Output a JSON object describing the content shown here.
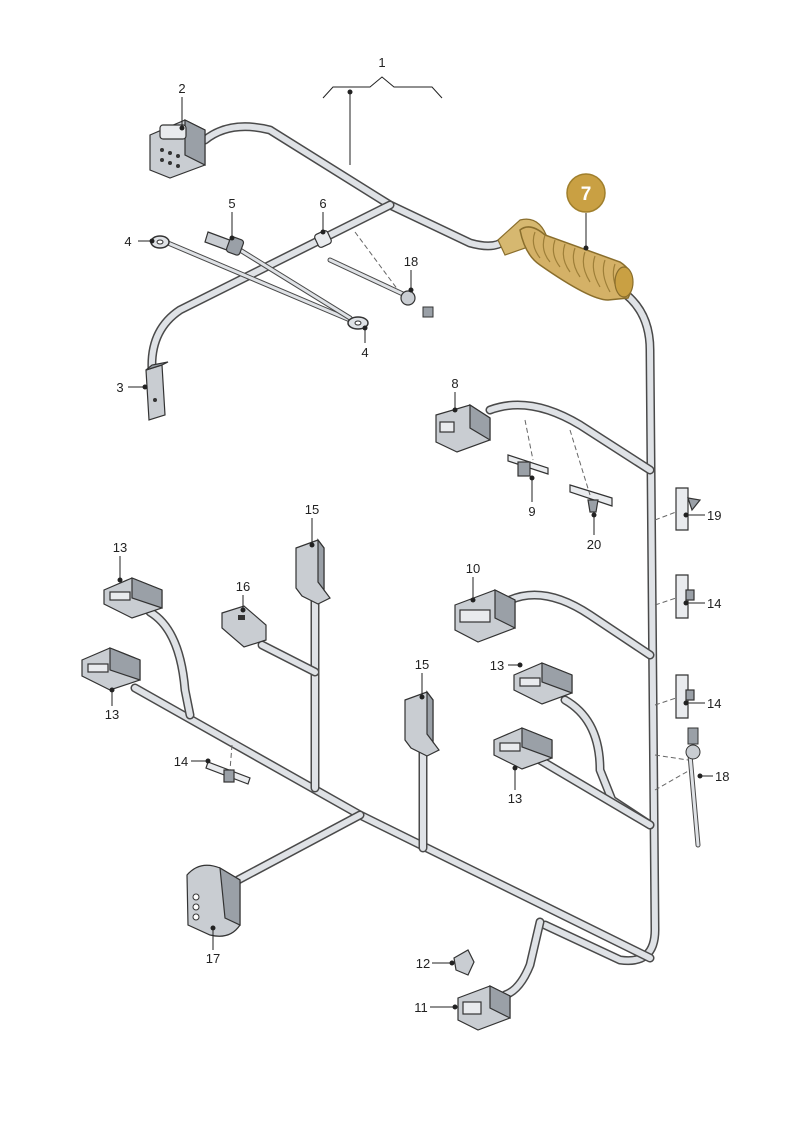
{
  "highlight_color": "#c9a043",
  "highlight_text_color": "#ffffff",
  "labels": {
    "l1": "1",
    "l2": "2",
    "l3": "3",
    "l4a": "4",
    "l4b": "4",
    "l5": "5",
    "l6": "6",
    "l7": "7",
    "l8": "8",
    "l9": "9",
    "l10": "10",
    "l11": "11",
    "l12": "12",
    "l13a": "13",
    "l13b": "13",
    "l13c": "13",
    "l13d": "13",
    "l14a": "14",
    "l14b": "14",
    "l14c": "14",
    "l15a": "15",
    "l15b": "15",
    "l16": "16",
    "l17": "17",
    "l18a": "18",
    "l18b": "18",
    "l19": "19",
    "l20": "20"
  }
}
